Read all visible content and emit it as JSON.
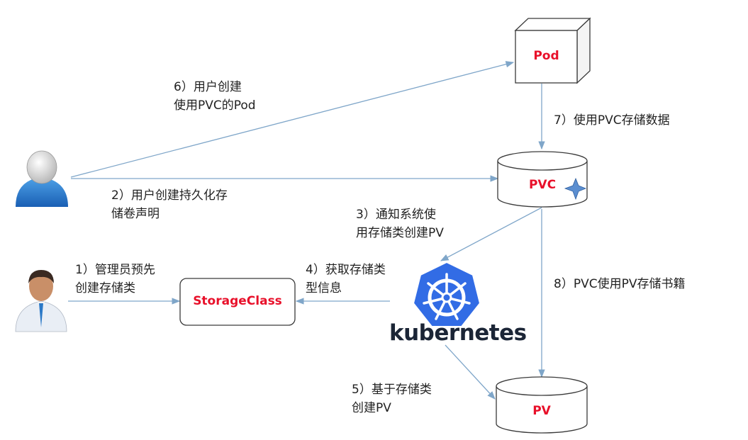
{
  "nodes": {
    "pod": "Pod",
    "pvc": "PVC",
    "pv": "PV",
    "storageclass": "StorageClass",
    "kubernetes": "kubernetes"
  },
  "labels": {
    "step1": [
      "1）管理员预先",
      "创建存储类"
    ],
    "step2": [
      "2）用户创建持久化存",
      "储卷声明"
    ],
    "step3": [
      "3）通知系统使",
      "用存储类创建PV"
    ],
    "step4": [
      "4）获取存储类",
      "型信息"
    ],
    "step5": [
      "5）基于存储类",
      "创建PV"
    ],
    "step6": [
      "6）用户创建",
      "使用PVC的Pod"
    ],
    "step7": [
      "7）使用PVC存储数据"
    ],
    "step8": [
      "8）PVC使用PV存储书籍"
    ]
  },
  "colors": {
    "line": "#7fa6c9",
    "node_text": "#e8102a",
    "box_stroke": "#3a3a3a",
    "k8s_blue": "#326ce5"
  },
  "icons": [
    "user-icon",
    "admin-icon",
    "kubernetes-logo",
    "star-icon"
  ]
}
